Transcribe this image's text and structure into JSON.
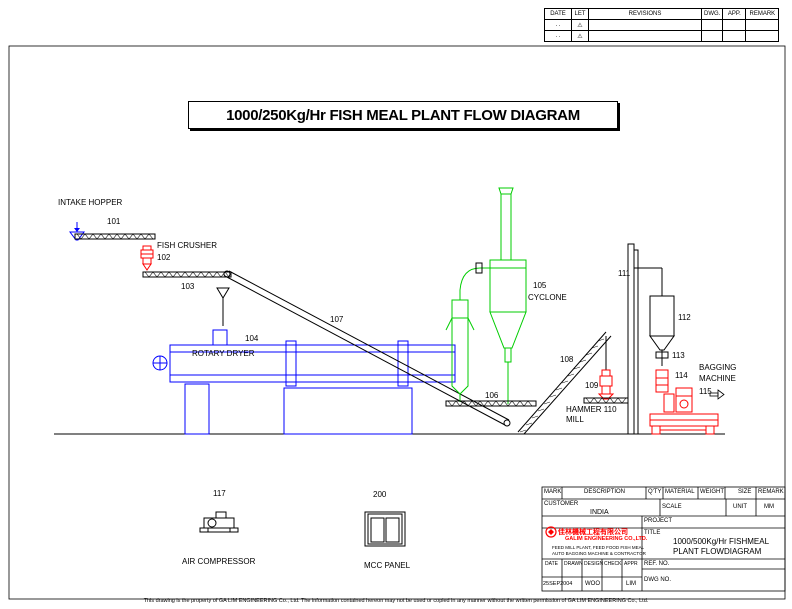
{
  "title": "1000/250Kg/Hr FISH MEAL PLANT FLOW DIAGRAM",
  "revision_table": {
    "headers": [
      "DATE",
      "LET",
      "REVISIONS",
      "DWG.",
      "APP.",
      "REMARK"
    ],
    "row1_date": ". .",
    "row2_date": ". ."
  },
  "labels": {
    "intake_hopper": "INTAKE HOPPER",
    "n101": "101",
    "fish_crusher": "FISH CRUSHER",
    "n102": "102",
    "n103": "103",
    "n104": "104",
    "rotary_dryer": "ROTARY DRYER",
    "n105": "105",
    "cyclone": "CYCLONE",
    "n106": "106",
    "n107": "107",
    "n108": "108",
    "n109": "109",
    "hammer_mill": "HAMMER 110",
    "mill": "MILL",
    "n111": "111",
    "n112": "112",
    "n113": "113",
    "n114": "114",
    "n115": "115",
    "bagging": "BAGGING",
    "machine": "MACHINE",
    "n117": "117",
    "air_compressor": "AIR COMPRESSOR",
    "n200": "200",
    "mcc_panel": "MCC PANEL"
  },
  "title_block": {
    "headers": [
      "MARK",
      "DESCRIPTION",
      "Q'TY",
      "MATERIAL",
      "WEIGHT",
      "SIZE",
      "REMARK"
    ],
    "customer_label": "CUSTOMER",
    "customer": "INDIA",
    "scale_label": "SCALE",
    "unit_label": "UNIT",
    "unit": "MM",
    "project_label": "PROJECT",
    "company_cn": "佳林機械工程有限公司",
    "company_en": "GALIM ENGINEERING CO.,LTD.",
    "company_desc1": "FEED MILL PLANT, FEED FOOD FISH MEAL",
    "company_desc2": "AUTO BAGGING MACHINE & CONTRACTOR",
    "title_label": "TITLE",
    "drawing_title1": "1000/500Kg/Hr FISHMEAL",
    "drawing_title2": "PLANT    FLOWDIAGRAM",
    "ref_no_label": "REF. NO.",
    "dwg_no_label": "DWG NO.",
    "date_header": "DATE",
    "drawn_header": "DRAWN",
    "design_header": "DESIGN",
    "check_header": "CHECK",
    "appr_header": "APPR",
    "date": "25SEP2004",
    "design": "WOO",
    "appr": "LIM"
  },
  "footer": "This drawing is the property of GA LIM ENGINEERING Co., Ltd. The information contained hereon may not be used or copied in any manner without the written permission of GA LIM ENGINEERING Co., Ltd.",
  "colors": {
    "line": "#000000",
    "dryer": "#0000ff",
    "cyclone": "#00cc00",
    "equipment": "#ff0000"
  }
}
